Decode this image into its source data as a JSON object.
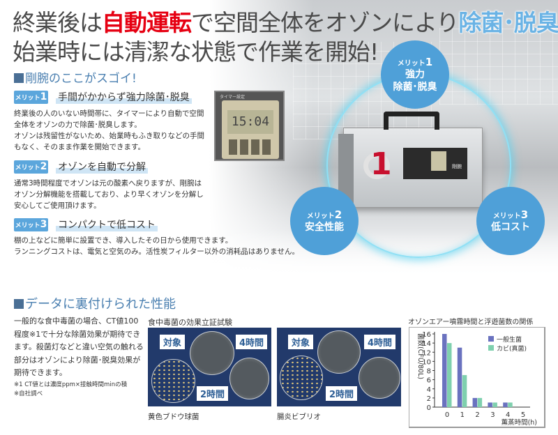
{
  "headline": {
    "line1": [
      {
        "text": "終業後は",
        "style": "normal"
      },
      {
        "text": "自動運転",
        "style": "red"
      },
      {
        "text": "で空間全体をオゾンにより",
        "style": "normal"
      },
      {
        "text": "除菌･脱臭",
        "style": "blue"
      },
      {
        "text": "！",
        "style": "normal"
      }
    ],
    "line2": "始業時には清潔な状態で作業を開始!"
  },
  "colors": {
    "red": "#e60012",
    "blue_accent": "#5ba6dc",
    "section_title": "#4a7fb0"
  },
  "features": {
    "title": "剛腕のここがスゴイ!",
    "merits": [
      {
        "badge": "メリット",
        "num": "1",
        "title": "手間がかからず強力除菌･脱臭",
        "lines": [
          "終業後の人のいない時間帯に、タイマーにより自動で空間",
          "全体をオゾンの力で除菌･脱臭します。",
          "オゾンは残留性がないため、始業時もふき取りなどの手間",
          "もなく、そのまま作業を開始できます。"
        ]
      },
      {
        "badge": "メリット",
        "num": "2",
        "title": "オゾンを自動で分解",
        "lines": [
          "通常3時間程度でオゾンは元の酸素へ戻りますが、剛腕は",
          "オゾン分解機能を搭載しており、より早くオゾンを分解し",
          "安心してご使用頂けます。"
        ]
      },
      {
        "badge": "メリット",
        "num": "3",
        "title": "コンパクトで低コスト",
        "lines": [
          "棚の上などに簡単に設置でき、導入したその日から使用できます。",
          "ランニングコストは、電気と空気のみ。活性炭フィルター以外の消耗品はありません。"
        ]
      }
    ],
    "timer_image": {
      "label": "タイマー設定",
      "display": "15:04"
    },
    "circles": [
      {
        "badge": "メリット",
        "num": "1",
        "lines": [
          "強力",
          "除菌･脱臭"
        ]
      },
      {
        "badge": "メリット",
        "num": "2",
        "lines": [
          "安全性能"
        ]
      },
      {
        "badge": "メリット",
        "num": "3",
        "lines": [
          "低コスト"
        ]
      }
    ],
    "device": {
      "logo_num": "1",
      "brand": "剛腕"
    }
  },
  "data_section": {
    "title": "データに裏付けられた性能",
    "lines": [
      "一般的な食中毒菌の場合、CT値100",
      "程度※1で十分な除菌効果が期待でき",
      "ます。殺菌灯などと違い空気の触れる",
      "部分はオゾンにより除菌･脱臭効果が",
      "期待できます。"
    ],
    "notes": [
      "※1 CT値とは濃度ppm×接触時間minの積",
      "※自社調べ"
    ],
    "test_title": "食中毒菌の効果立証試験",
    "plate_labels": {
      "target": "対象",
      "h2": "2時間",
      "h4": "4時間"
    },
    "photos": [
      {
        "caption": "黄色ブドウ球菌"
      },
      {
        "caption": "腸炎ビブリオ"
      }
    ]
  },
  "chart_data": {
    "type": "bar",
    "title": "オゾンエアー噴霧時間と浮遊菌数の関係",
    "xlabel": "薫蒸時間(h)",
    "ylabel": "菌数(CFU/80L)",
    "categories": [
      "0",
      "1",
      "2",
      "3",
      "4",
      "5"
    ],
    "ylim": [
      0,
      16
    ],
    "yticks": [
      "0",
      "2",
      "4",
      "6",
      "8",
      "10",
      "12",
      "14",
      "16"
    ],
    "grid": false,
    "legend": "top-right",
    "series": [
      {
        "name": "一般生菌",
        "color": "#6a72bf",
        "values": [
          16,
          13,
          2,
          1,
          1,
          0
        ]
      },
      {
        "name": "カビ(真菌)",
        "color": "#7fd0ae",
        "values": [
          14,
          7,
          2,
          1,
          1,
          0
        ]
      }
    ]
  }
}
